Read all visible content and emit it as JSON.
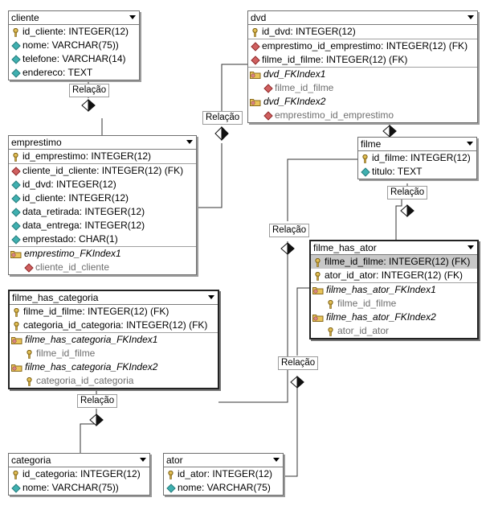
{
  "relation_label": "Relação",
  "tables": {
    "cliente": {
      "title": "cliente",
      "rows": [
        "id_cliente: INTEGER(12)",
        "nome: VARCHAR(75))",
        "telefone: VARCHAR(14)",
        "endereco: TEXT"
      ]
    },
    "dvd": {
      "title": "dvd",
      "rows": [
        "id_dvd: INTEGER(12)",
        "emprestimo_id_emprestimo: INTEGER(12) (FK)",
        "filme_id_filme: INTEGER(12) (FK)"
      ],
      "indexes": [
        "dvd_FKIndex1",
        "filme_id_filme",
        "dvd_FKIndex2",
        "emprestimo_id_emprestimo"
      ]
    },
    "emprestimo": {
      "title": "emprestimo",
      "rows": [
        "id_emprestimo: INTEGER(12)",
        "cliente_id_cliente: INTEGER(12) (FK)",
        "id_dvd: INTEGER(12)",
        "id_cliente: INTEGER(12)",
        "data_retirada: INTEGER(12)",
        "data_entrega: INTEGER(12)",
        "emprestado: CHAR(1)"
      ],
      "indexes": [
        "emprestimo_FKIndex1",
        "cliente_id_cliente"
      ]
    },
    "filme": {
      "title": "filme",
      "rows": [
        "id_filme: INTEGER(12)",
        "titulo: TEXT"
      ]
    },
    "filme_has_ator": {
      "title": "filme_has_ator",
      "rows": [
        "filme_id_filme: INTEGER(12) (FK)",
        "ator_id_ator: INTEGER(12) (FK)"
      ],
      "indexes": [
        "filme_has_ator_FKIndex1",
        "filme_id_filme",
        "filme_has_ator_FKIndex2",
        "ator_id_ator"
      ]
    },
    "filme_has_categoria": {
      "title": "filme_has_categoria",
      "rows": [
        "filme_id_filme: INTEGER(12) (FK)",
        "categoria_id_categoria: INTEGER(12) (FK)"
      ],
      "indexes": [
        "filme_has_categoria_FKIndex1",
        "filme_id_filme",
        "filme_has_categoria_FKIndex2",
        "categoria_id_categoria"
      ]
    },
    "categoria": {
      "title": "categoria",
      "rows": [
        "id_categoria: INTEGER(12)",
        "nome: VARCHAR(75))"
      ]
    },
    "ator": {
      "title": "ator",
      "rows": [
        "id_ator: INTEGER(12)",
        "nome: VARCHAR(75)"
      ]
    }
  },
  "icons": {
    "key": "key-icon",
    "attribute": "attribute-diamond-icon",
    "foreign_key": "foreign-key-diamond-icon",
    "index": "index-folder-icon"
  },
  "colors": {
    "attribute": "#3fb0b0",
    "foreign_key": "#d06060",
    "index_folder": "#e8c45a",
    "key": "#c9a23a",
    "selected_row": "#c8c8c8"
  }
}
